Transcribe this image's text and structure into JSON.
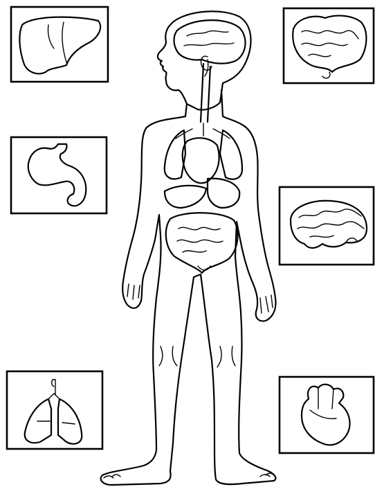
{
  "worksheet": {
    "ink_color": "#000000",
    "paper_color": "#ffffff",
    "body_figure": {
      "icon": "human-body-outline",
      "organs_shown": [
        "brain",
        "lungs",
        "heart",
        "stomach",
        "liver",
        "intestines"
      ]
    },
    "cards": [
      {
        "icon": "liver-icon",
        "position": "top-left"
      },
      {
        "icon": "intestines-icon",
        "position": "top-right"
      },
      {
        "icon": "stomach-icon",
        "position": "middle-left"
      },
      {
        "icon": "brain-icon",
        "position": "middle-right"
      },
      {
        "icon": "lungs-icon",
        "position": "bottom-left"
      },
      {
        "icon": "heart-icon",
        "position": "bottom-right"
      }
    ]
  }
}
